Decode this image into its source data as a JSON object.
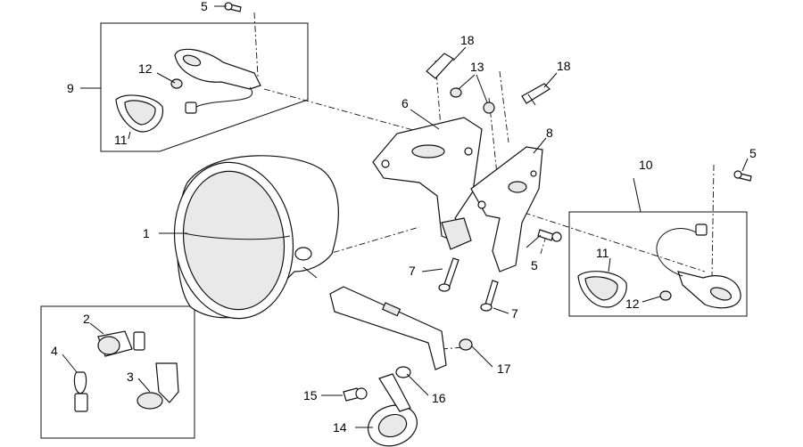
{
  "diagram": {
    "callouts": [
      {
        "id": "c1",
        "label": "1"
      },
      {
        "id": "c2",
        "label": "2"
      },
      {
        "id": "c3",
        "label": "3"
      },
      {
        "id": "c4",
        "label": "4"
      },
      {
        "id": "c5a",
        "label": "5"
      },
      {
        "id": "c5b",
        "label": "5"
      },
      {
        "id": "c5c",
        "label": "5"
      },
      {
        "id": "c6",
        "label": "6"
      },
      {
        "id": "c7a",
        "label": "7"
      },
      {
        "id": "c7b",
        "label": "7"
      },
      {
        "id": "c8",
        "label": "8"
      },
      {
        "id": "c9",
        "label": "9"
      },
      {
        "id": "c10",
        "label": "10"
      },
      {
        "id": "c11a",
        "label": "11"
      },
      {
        "id": "c11b",
        "label": "11"
      },
      {
        "id": "c12a",
        "label": "12"
      },
      {
        "id": "c12b",
        "label": "12"
      },
      {
        "id": "c13",
        "label": "13"
      },
      {
        "id": "c14",
        "label": "14"
      },
      {
        "id": "c15",
        "label": "15"
      },
      {
        "id": "c16",
        "label": "16"
      },
      {
        "id": "c17",
        "label": "17"
      },
      {
        "id": "c18a",
        "label": "18"
      },
      {
        "id": "c18b",
        "label": "18"
      }
    ]
  }
}
